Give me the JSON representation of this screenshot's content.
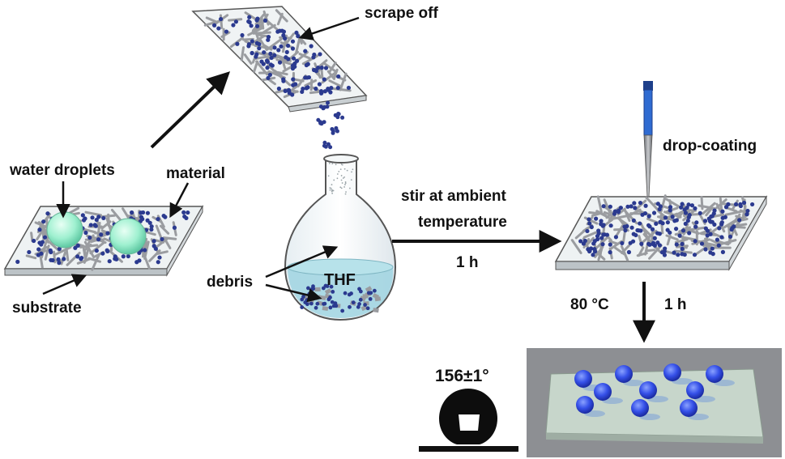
{
  "labels": {
    "scrape_off": "scrape off",
    "water_droplets": "water droplets",
    "material": "material",
    "substrate": "substrate",
    "debris": "debris",
    "thf": "THF",
    "stir_line1": "stir at ambient",
    "stir_line2": "temperature",
    "stir_time": "1 h",
    "drop_coating": "drop-coating",
    "heat_temp": "80 °C",
    "heat_time": "1 h",
    "contact_angle": "156±1°"
  },
  "colors": {
    "particle": "#2b3a8f",
    "fiber": "#9a9ca0",
    "liquid": "#9fd3e0",
    "droplet": "#3550e8",
    "water_sphere": "#9ff0d0",
    "pipette_tip": "#2f6bd1"
  }
}
